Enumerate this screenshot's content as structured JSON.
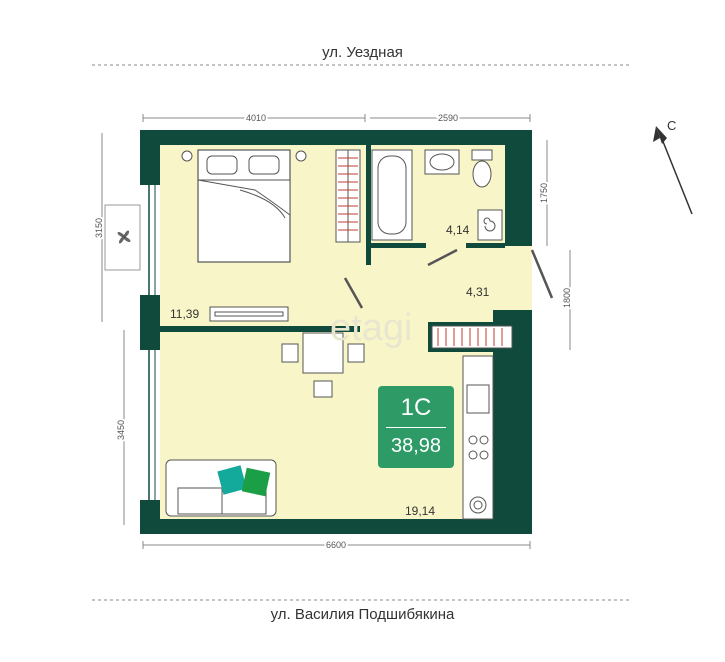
{
  "streets": {
    "top": "ул. Уездная",
    "bottom": "ул. Василия Подшибякина"
  },
  "dimensions": {
    "top_left": "4010",
    "top_right": "2590",
    "right_upper": "1750",
    "right_lower": "1800",
    "left_upper": "3150",
    "left_lower": "3450",
    "bottom": "6600"
  },
  "rooms": {
    "bedroom_area": "11,39",
    "bathroom_area": "4,14",
    "hall_area": "4,31",
    "living_area": "19,14"
  },
  "badge": {
    "type_code": "1С",
    "total_area": "38,98"
  },
  "compass": {
    "label": "С"
  },
  "watermark": "etagi",
  "colors": {
    "wall": "#0f4a3c",
    "floor": "#f8f6c8",
    "badge": "#2e9b67",
    "accent_teal": "#13a99b",
    "accent_green": "#1a9e46"
  },
  "icons": [
    "fan-icon",
    "compass-arrow-icon",
    "washing-machine-icon",
    "stove-icon",
    "sink-icon",
    "toilet-icon",
    "bathtub-icon"
  ]
}
